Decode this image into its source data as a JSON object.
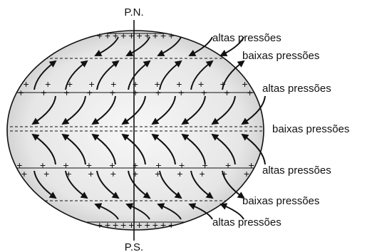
{
  "poles": {
    "north": "P.N.",
    "south": "P.S."
  },
  "belts": [
    {
      "label": "altas pressões",
      "kind": "high"
    },
    {
      "label": "baixas pressões",
      "kind": "low"
    },
    {
      "label": "altas pressões",
      "kind": "high"
    },
    {
      "label": "baixas pressões",
      "kind": "low"
    },
    {
      "label": "altas pressões",
      "kind": "high"
    },
    {
      "label": "baixas pressões",
      "kind": "low"
    },
    {
      "label": "altas pressões",
      "kind": "high"
    }
  ],
  "pressure_symbol": "+",
  "colors": {
    "stroke": "#111111",
    "globe_light": "#f7f7f7",
    "globe_dark": "#bdbdbd"
  }
}
